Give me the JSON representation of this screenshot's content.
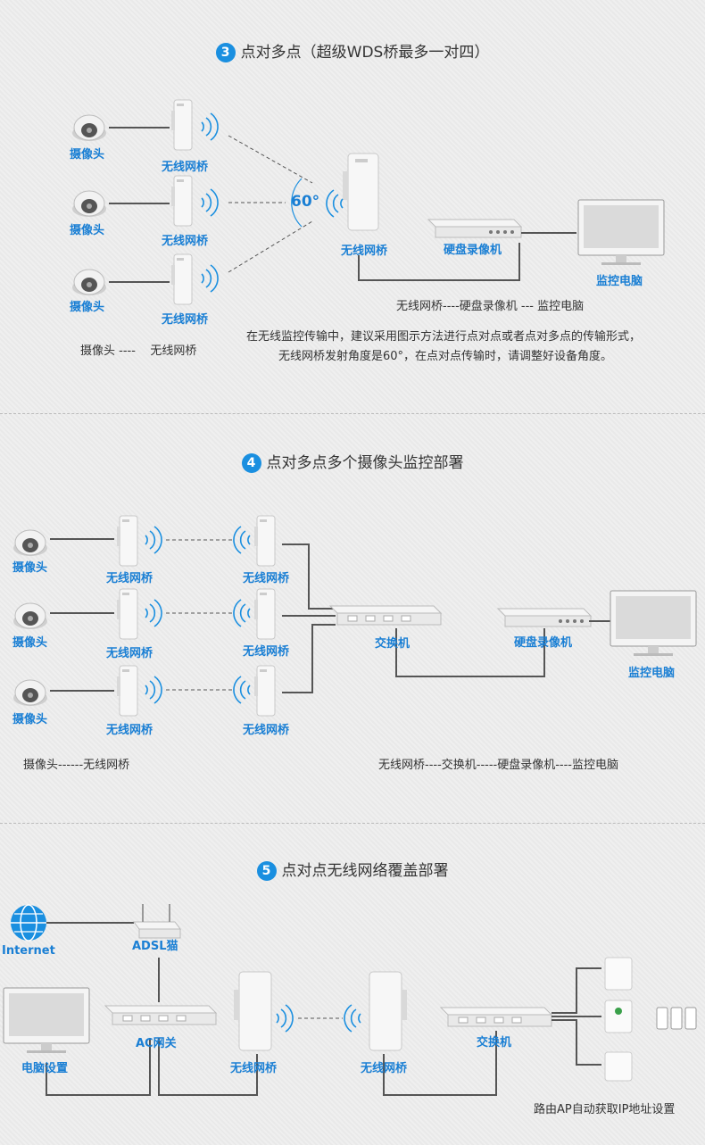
{
  "colors": {
    "accent": "#1a8fe0",
    "label": "#1a7fd4",
    "text": "#333333",
    "cable": "#555555"
  },
  "section3": {
    "number": "3",
    "title": "点对多点（超级WDS桥最多一对四）",
    "camera_label": "摄像头",
    "bridge_label": "无线网桥",
    "angle": "60°",
    "center_bridge_label": "无线网桥",
    "nvr_label": "硬盘录像机",
    "monitor_label": "监控电脑",
    "chain_right": "无线网桥----硬盘录像机 --- 监控电脑",
    "chain_left": "摄像头 ----    无线网桥",
    "note_line1": "在无线监控传输中，建议采用图示方法进行点对点或者点对多点的传输形式，",
    "note_line2": "无线网桥发射角度是60°，在点对点传输时，请调整好设备角度。"
  },
  "section4": {
    "number": "4",
    "title": "点对多点多个摄像头监控部署",
    "camera_label": "摄像头",
    "bridge_label": "无线网桥",
    "switch_label": "交换机",
    "nvr_label": "硬盘录像机",
    "monitor_label": "监控电脑",
    "chain_left": "摄像头------无线网桥",
    "chain_right": "无线网桥----交换机-----硬盘录像机----监控电脑"
  },
  "section5": {
    "number": "5",
    "title": "点对点无线网络覆盖部署",
    "internet_label": "Internet",
    "modem_label": "ADSL猫",
    "gateway_label": "AC网关",
    "pc_label": "电脑设置",
    "bridge_label": "无线网桥",
    "switch_label": "交换机",
    "ap_note": "路由AP自动获取IP地址设置"
  }
}
